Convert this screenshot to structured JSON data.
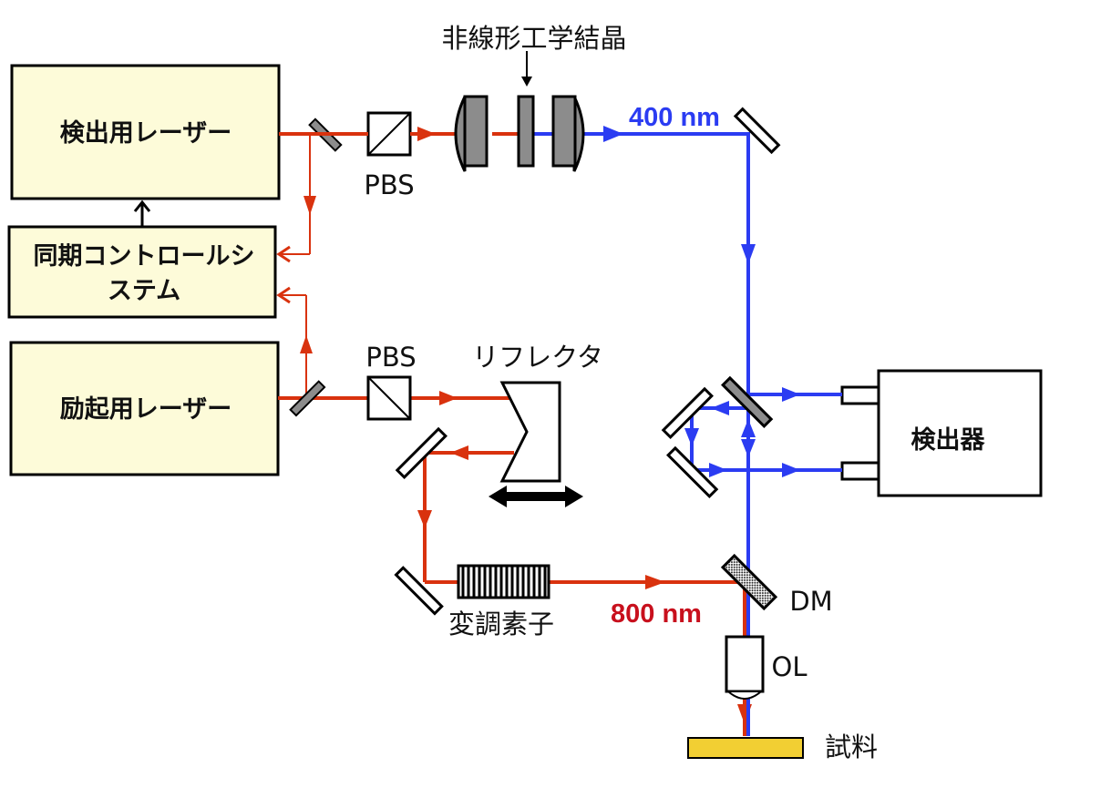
{
  "boxes": {
    "probe_laser": "検出用レーザー",
    "sync_control_line1": "同期コントロールシ",
    "sync_control_line2": "ステム",
    "pump_laser": "励起用レーザー",
    "detector": "検出器"
  },
  "labels": {
    "nonlinear_crystal": "非線形工学結晶",
    "pbs_top": "PBS",
    "pbs_bottom": "PBS",
    "reflector": "リフレクタ",
    "modulator": "変調素子",
    "dichroic_mirror": "DM",
    "objective_lens": "OL",
    "sample": "試料",
    "wavelength_probe": "400 nm",
    "wavelength_pump": "800 nm"
  },
  "colors": {
    "pump_beam": "#d9320e",
    "probe_beam": "#2b3cf2",
    "laser_box_fill": "#fdfbd9",
    "sample_fill": "#f2cf33",
    "optic_gray": "#8c8c8c",
    "label_400": "#2b3cf2",
    "label_800": "#c8101d"
  }
}
